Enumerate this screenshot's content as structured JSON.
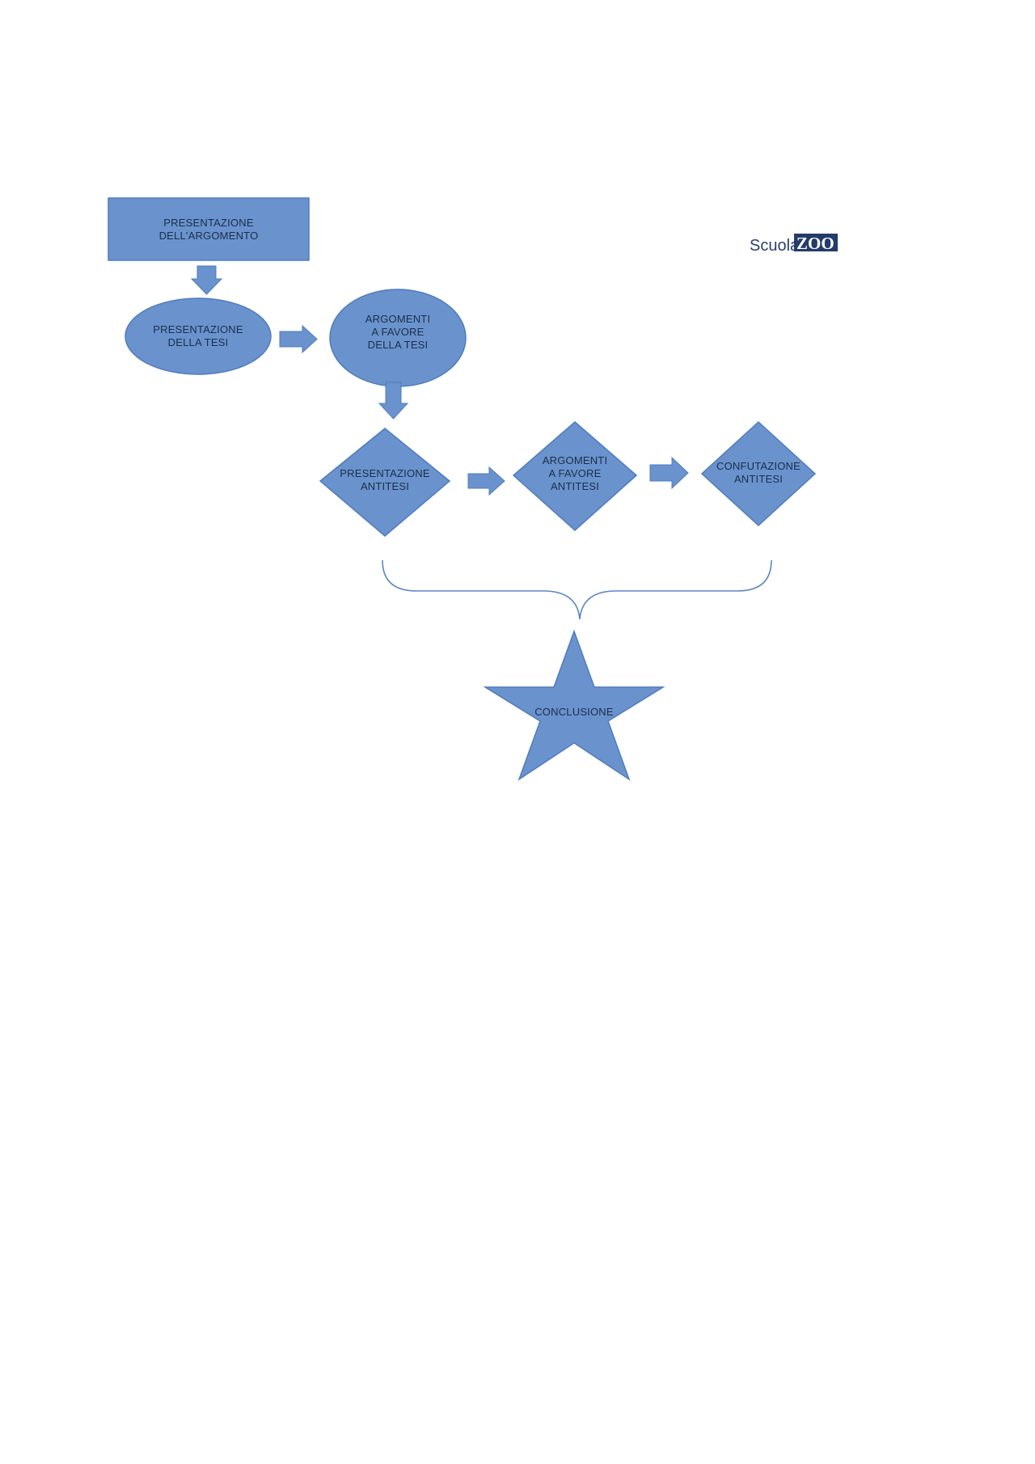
{
  "logo": {
    "prefix": "Scuola",
    "box": "ZOO"
  },
  "nodes": {
    "presentazione_argomento": [
      "PRESENTAZIONE",
      "DELL'ARGOMENTO"
    ],
    "presentazione_tesi": [
      "PRESENTAZIONE",
      "DELLA TESI"
    ],
    "argomenti_favore_tesi": [
      "ARGOMENTI",
      "A FAVORE",
      "DELLA TESI"
    ],
    "presentazione_antitesi": [
      "PRESENTAZIONE",
      "ANTITESI"
    ],
    "argomenti_favore_antitesi": [
      "ARGOMENTI",
      "A FAVORE",
      "ANTITESI"
    ],
    "confutazione_antitesi": [
      "CONFUTAZIONE",
      "ANTITESI"
    ],
    "conclusione": [
      "CONCLUSIONE"
    ]
  },
  "colors": {
    "fill": "#6a93cd",
    "stroke": "#4f7bbf",
    "text": "#1c2d4a"
  }
}
